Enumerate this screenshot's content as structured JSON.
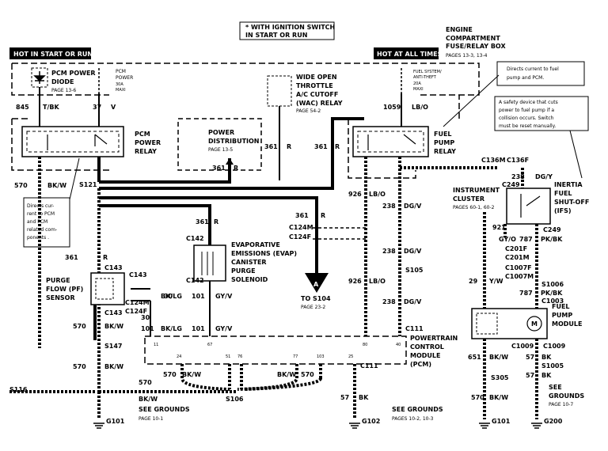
{
  "header": {
    "ignition_note": [
      "* WITH IGNITION SWITCH",
      "IN START OR RUN"
    ],
    "hot_start_run": "HOT IN START OR RUN",
    "hot_all_times": "HOT AT ALL TIMES",
    "fuse_box": [
      "ENGINE",
      "COMPARTMENT",
      "FUSE/RELAY BOX",
      "PAGES 13-3, 13-4"
    ]
  },
  "components": {
    "pcm_diode": [
      "PCM POWER",
      "DIODE",
      "PAGE 13-6"
    ],
    "pcm_fuse": [
      "PCM",
      "POWER",
      "30A",
      "MAXI"
    ],
    "wac_relay": [
      "WIDE OPEN",
      "THROTTLE",
      "A/C CUTOFF",
      "(WAC) RELAY",
      "PAGE 54-2"
    ],
    "fuel_fuse": [
      "FUEL SYSTEM/",
      "ANTI-THEFT",
      "20A",
      "MAXI"
    ],
    "pcm_relay": [
      "PCM",
      "POWER",
      "RELAY"
    ],
    "power_dist": [
      "POWER",
      "DISTRIBUTION",
      "PAGE 13-5"
    ],
    "fuel_relay": [
      "FUEL",
      "PUMP",
      "RELAY"
    ],
    "evap": [
      "EVAPORATIVE",
      "EMISSIONS (EVAP)",
      "CANISTER",
      "PURGE",
      "SOLENOID"
    ],
    "pf_sensor": [
      "PURGE",
      "FLOW (PF)",
      "SENSOR"
    ],
    "pcm_module": [
      "POWERTRAIN",
      "CONTROL",
      "MODULE",
      "(PCM)"
    ],
    "inst_cluster": [
      "INSTRUMENT",
      "CLUSTER",
      "PAGES 60-1, 60-2"
    ],
    "inertia": [
      "INERTIA",
      "FUEL",
      "SHUT-OFF",
      "(IFS)"
    ],
    "fuel_pump": [
      "FUEL",
      "PUMP",
      "MODULE"
    ],
    "to_s104": [
      "TO S104",
      "PAGE 23-2"
    ],
    "arrow_a": "A",
    "pump_motor": "M"
  },
  "callouts": {
    "fuel_relay_note": [
      "Directs current to fuel",
      "pump and PCM."
    ],
    "ifs_note": [
      "A safety device that cuts",
      "power to fuel pump if a",
      "collision occurs.  Switch",
      "must be reset manually."
    ],
    "pcm_relay_note": [
      "Directs cur-",
      "rent to PCM",
      "and PCM",
      "related com-",
      "ponents ."
    ]
  },
  "grounds": {
    "g1": [
      "SEE  GROUNDS",
      "PAGE  10-1"
    ],
    "g2": [
      "SEE  GROUNDS",
      "PAGES  10-2,  10-3"
    ],
    "g3": [
      "SEE",
      "GROUNDS",
      "PAGE  10-7"
    ],
    "names": [
      "G101",
      "G102",
      "G101",
      "G200"
    ]
  },
  "wires": {
    "w845": "845",
    "t_bk": "T/BK",
    "w37": "37",
    "v": "V",
    "w1059": "1059",
    "lb_o": "LB/O",
    "w361": "361",
    "r": "R",
    "w570": "570",
    "bk_w": "BK/W",
    "w926": "926",
    "w238": "238",
    "dg_v": "DG/V",
    "w30": "30",
    "bk_lg": "BK/LG",
    "w101": "101",
    "gy_v": "GY/V",
    "w921": "921",
    "gy_o": "GY/O",
    "w787": "787",
    "pk_bk": "PK/BK",
    "w29": "29",
    "y_w": "Y/W",
    "w651": "651",
    "w57": "57",
    "bk": "BK",
    "w238b": "238",
    "dg_y": "DG/Y"
  },
  "splices": {
    "s121": "S121",
    "s147": "S147",
    "s116": "S116",
    "s106": "S106",
    "s105": "S105",
    "s305": "S305",
    "s1005": "S1005",
    "s1006": "S1006"
  },
  "connectors": {
    "c143": "C143",
    "c142": "C142",
    "c124m": "C124M",
    "c124f": "C124F",
    "c136m": "C136M",
    "c136f": "C136F",
    "c249": "C249",
    "c201f": "C201F",
    "c201m": "C201M",
    "c1007f": "C1007F",
    "c1007m": "C1007M",
    "c1003": "C1003",
    "c1009": "C1009",
    "c111": "C111"
  },
  "pins": {
    "pcm": [
      "11",
      "67",
      "24",
      "51",
      "76",
      "77",
      "103",
      "25",
      "80",
      "40"
    ]
  }
}
